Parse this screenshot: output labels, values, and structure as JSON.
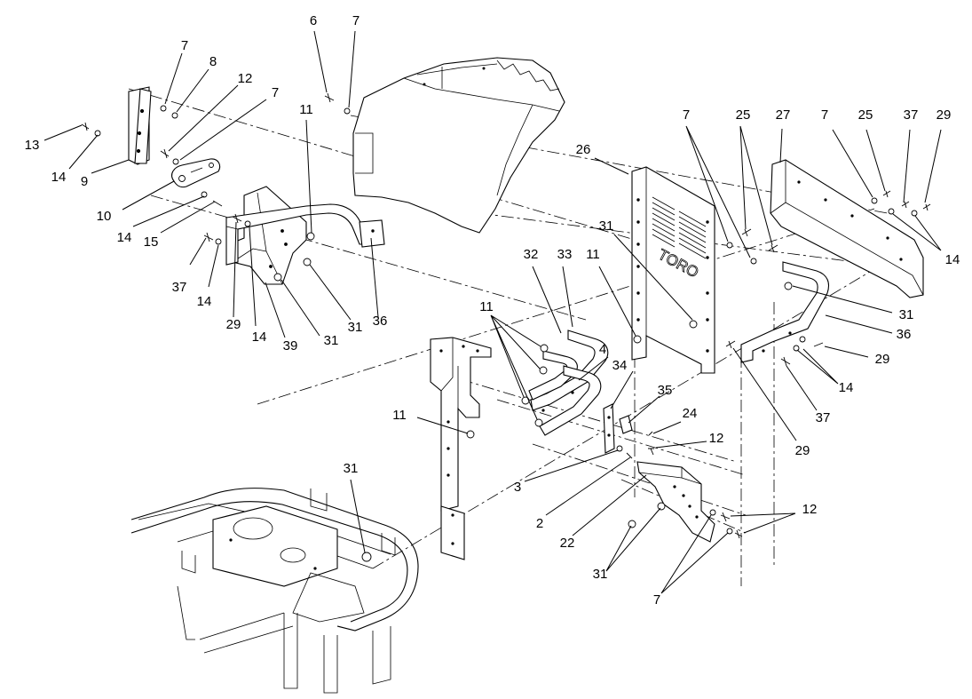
{
  "diagram": {
    "panel_logo": "TORO",
    "callouts": [
      {
        "id": "c1",
        "text": "7"
      },
      {
        "id": "c2",
        "text": "8"
      },
      {
        "id": "c3",
        "text": "12"
      },
      {
        "id": "c4",
        "text": "7"
      },
      {
        "id": "c5",
        "text": "13"
      },
      {
        "id": "c6",
        "text": "14"
      },
      {
        "id": "c7",
        "text": "9"
      },
      {
        "id": "c8",
        "text": "10"
      },
      {
        "id": "c9",
        "text": "14"
      },
      {
        "id": "c10",
        "text": "15"
      },
      {
        "id": "c11",
        "text": "37"
      },
      {
        "id": "c12",
        "text": "14"
      },
      {
        "id": "c13",
        "text": "29"
      },
      {
        "id": "c14",
        "text": "14"
      },
      {
        "id": "c15",
        "text": "39"
      },
      {
        "id": "c16",
        "text": "31"
      },
      {
        "id": "c17",
        "text": "31"
      },
      {
        "id": "c18",
        "text": "36"
      },
      {
        "id": "c19",
        "text": "11"
      },
      {
        "id": "c20",
        "text": "6"
      },
      {
        "id": "c21",
        "text": "7"
      },
      {
        "id": "c22",
        "text": "26"
      },
      {
        "id": "c23",
        "text": "7"
      },
      {
        "id": "c24",
        "text": "25"
      },
      {
        "id": "c25",
        "text": "27"
      },
      {
        "id": "c26",
        "text": "7"
      },
      {
        "id": "c27",
        "text": "25"
      },
      {
        "id": "c28",
        "text": "37"
      },
      {
        "id": "c29",
        "text": "29"
      },
      {
        "id": "c30",
        "text": "14"
      },
      {
        "id": "c31",
        "text": "31"
      },
      {
        "id": "c32",
        "text": "36"
      },
      {
        "id": "c33",
        "text": "29"
      },
      {
        "id": "c34",
        "text": "14"
      },
      {
        "id": "c35",
        "text": "37"
      },
      {
        "id": "c36",
        "text": "29"
      },
      {
        "id": "c37",
        "text": "31"
      },
      {
        "id": "c38",
        "text": "32"
      },
      {
        "id": "c39",
        "text": "33"
      },
      {
        "id": "c40",
        "text": "11"
      },
      {
        "id": "c41",
        "text": "11"
      },
      {
        "id": "c42",
        "text": "4"
      },
      {
        "id": "c43",
        "text": "34"
      },
      {
        "id": "c44",
        "text": "35"
      },
      {
        "id": "c45",
        "text": "24"
      },
      {
        "id": "c46",
        "text": "12"
      },
      {
        "id": "c47",
        "text": "11"
      },
      {
        "id": "c48",
        "text": "3"
      },
      {
        "id": "c49",
        "text": "2"
      },
      {
        "id": "c50",
        "text": "22"
      },
      {
        "id": "c51",
        "text": "12"
      },
      {
        "id": "c52",
        "text": "31"
      },
      {
        "id": "c53",
        "text": "7"
      },
      {
        "id": "c54",
        "text": "31"
      }
    ]
  }
}
